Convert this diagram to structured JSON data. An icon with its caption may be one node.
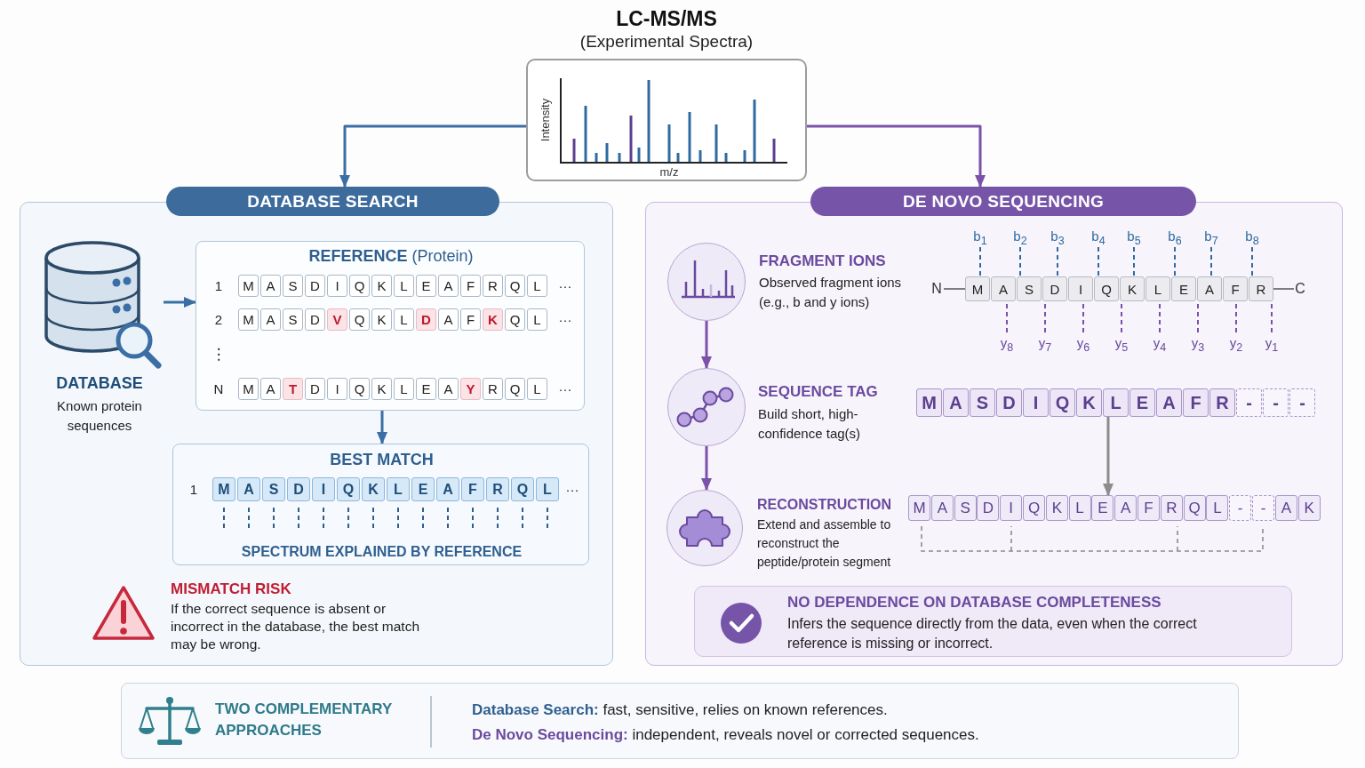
{
  "diagram": {
    "nodes": [
      {
        "text": [
          "LC-MS/MS",
          "(Experimental Spectra)",
          "Intensity",
          "m/z"
        ]
      },
      {
        "text": [
          "DATABASE SEARCH"
        ]
      },
      {
        "text": [
          "DATABASE",
          "Known protein sequences"
        ],
        "in": 1
      },
      {
        "text": [
          "**REFERENCE** (Protein)",
          "1",
          "···",
          "2",
          "···",
          "⋮",
          "N",
          "···"
        ],
        "in": 1
      },
      {
        "text": [
          "M"
        ],
        "in": 3
      },
      {
        "text": [
          "A"
        ],
        "in": 3
      },
      {
        "text": [
          "S"
        ],
        "in": 3
      },
      {
        "text": [
          "D"
        ],
        "in": 3
      },
      {
        "text": [
          "I"
        ],
        "in": 3
      },
      {
        "text": [
          "Q"
        ],
        "in": 3
      },
      {
        "text": [
          "K"
        ],
        "in": 3
      },
      {
        "text": [
          "L"
        ],
        "in": 3
      },
      {
        "text": [
          "E"
        ],
        "in": 3
      },
      {
        "text": [
          "A"
        ],
        "in": 3
      },
      {
        "text": [
          "F"
        ],
        "in": 3
      },
      {
        "text": [
          "R"
        ],
        "in": 3
      },
      {
        "text": [
          "Q"
        ],
        "in": 3
      },
      {
        "text": [
          "L"
        ],
        "in": 3
      },
      {
        "text": [
          "M"
        ],
        "in": 3
      },
      {
        "text": [
          "A"
        ],
        "in": 3
      },
      {
        "text": [
          "S"
        ],
        "in": 3
      },
      {
        "text": [
          "D"
        ],
        "in": 3
      },
      {
        "text": [
          "V"
        ],
        "in": 3
      },
      {
        "text": [
          "Q"
        ],
        "in": 3
      },
      {
        "text": [
          "K"
        ],
        "in": 3
      },
      {
        "text": [
          "L"
        ],
        "in": 3
      },
      {
        "text": [
          "D"
        ],
        "in": 3
      },
      {
        "text": [
          "A"
        ],
        "in": 3
      },
      {
        "text": [
          "F"
        ],
        "in": 3
      },
      {
        "text": [
          "K"
        ],
        "in": 3
      },
      {
        "text": [
          "Q"
        ],
        "in": 3
      },
      {
        "text": [
          "L"
        ],
        "in": 3
      },
      {
        "text": [
          "M"
        ],
        "in": 3
      },
      {
        "text": [
          "A"
        ],
        "in": 3
      },
      {
        "text": [
          "T"
        ],
        "in": 3
      },
      {
        "text": [
          "D"
        ],
        "in": 3
      },
      {
        "text": [
          "I"
        ],
        "in": 3
      },
      {
        "text": [
          "Q"
        ],
        "in": 3
      },
      {
        "text": [
          "K"
        ],
        "in": 3
      },
      {
        "text": [
          "L"
        ],
        "in": 3
      },
      {
        "text": [
          "E"
        ],
        "in": 3
      },
      {
        "text": [
          "A"
        ],
        "in": 3
      },
      {
        "text": [
          "Y"
        ],
        "in": 3
      },
      {
        "text": [
          "R"
        ],
        "in": 3
      },
      {
        "text": [
          "Q"
        ],
        "in": 3
      },
      {
        "text": [
          "L"
        ],
        "in": 3
      },
      {
        "text": [
          "BEST MATCH",
          "1",
          "···",
          "SPECTRUM EXPLAINED BY REFERENCE"
        ],
        "in": 1
      },
      {
        "text": [
          "M"
        ],
        "in": 46
      },
      {
        "text": [
          "A"
        ],
        "in": 46
      },
      {
        "text": [
          "S"
        ],
        "in": 46
      },
      {
        "text": [
          "D"
        ],
        "in": 46
      },
      {
        "text": [
          "I"
        ],
        "in": 46
      },
      {
        "text": [
          "Q"
        ],
        "in": 46
      },
      {
        "text": [
          "K"
        ],
        "in": 46
      },
      {
        "text": [
          "L"
        ],
        "in": 46
      },
      {
        "text": [
          "E"
        ],
        "in": 46
      },
      {
        "text": [
          "A"
        ],
        "in": 46
      },
      {
        "text": [
          "F"
        ],
        "in": 46
      },
      {
        "text": [
          "R"
        ],
        "in": 46
      },
      {
        "text": [
          "Q"
        ],
        "in": 46
      },
      {
        "text": [
          "L"
        ],
        "in": 46
      },
      {
        "text": [
          "DE NOVO SEQUENCING"
        ]
      },
      {
        "text": [],
        "shape": "circle",
        "beside": [
          "FRAGMENT IONS",
          "Observed fragment ions (e.g., b and y ions)"
        ],
        "in": 61
      },
      {
        "text": [
          "b$_{1}$"
        ],
        "in": 61
      },
      {
        "text": [
          "b$_{2}$"
        ],
        "in": 61
      },
      {
        "text": [
          "b$_{3}$"
        ],
        "in": 61
      },
      {
        "text": [
          "b$_{4}$"
        ],
        "in": 61
      },
      {
        "text": [
          "b$_{5}$"
        ],
        "in": 61
      },
      {
        "text": [
          "b$_{6}$"
        ],
        "in": 61
      },
      {
        "text": [
          "b$_{7}$"
        ],
        "in": 61
      },
      {
        "text": [
          "b$_{8}$"
        ],
        "in": 61
      },
      {
        "text": [
          "N"
        ],
        "in": 61
      },
      {
        "text": [
          "M"
        ],
        "in": 61
      },
      {
        "text": [
          "A"
        ],
        "in": 61
      },
      {
        "text": [
          "S"
        ],
        "in": 61
      },
      {
        "text": [
          "D"
        ],
        "in": 61
      },
      {
        "text": [
          "I"
        ],
        "in": 61
      },
      {
        "text": [
          "Q"
        ],
        "in": 61
      },
      {
        "text": [
          "K"
        ],
        "in": 61
      },
      {
        "text": [
          "L"
        ],
        "in": 61
      },
      {
        "text": [
          "E"
        ],
        "in": 61
      },
      {
        "text": [
          "A"
        ],
        "in": 61
      },
      {
        "text": [
          "F"
        ],
        "in": 61
      },
      {
        "text": [
          "R"
        ],
        "in": 61
      },
      {
        "text": [
          "C"
        ],
        "in": 61
      },
      {
        "text": [
          "y$_{8}$"
        ],
        "in": 61
      },
      {
        "text": [
          "y$_{7}$"
        ],
        "in": 61
      },
      {
        "text": [
          "y$_{6}$"
        ],
        "in": 61
      },
      {
        "text": [
          "y$_{5}$"
        ],
        "in": 61
      },
      {
        "text": [
          "y$_{4}$"
        ],
        "in": 61
      },
      {
        "text": [
          "y$_{3}$"
        ],
        "in": 61
      },
      {
        "text": [
          "y$_{2}$"
        ],
        "in": 61
      },
      {
        "text": [
          "y$_{1}$"
        ],
        "in": 61
      },
      {
        "text": [],
        "shape": "circle",
        "beside": [
          "SEQUENCE TAG",
          "Build short, high-confidence tag(s)"
        ],
        "in": 61
      },
      {
        "text": [
          "M"
        ],
        "in": 61
      },
      {
        "text": [
          "A"
        ],
        "in": 61
      },
      {
        "text": [
          "S"
        ],
        "in": 61
      },
      {
        "text": [
          "D"
        ],
        "in": 61
      },
      {
        "text": [
          "I"
        ],
        "in": 61
      },
      {
        "text": [
          "Q"
        ],
        "in": 61
      },
      {
        "text": [
          "K"
        ],
        "in": 61
      },
      {
        "text": [
          "L"
        ],
        "in": 61
      },
      {
        "text": [
          "E"
        ],
        "in": 61
      },
      {
        "text": [
          "A"
        ],
        "in": 61
      },
      {
        "text": [
          "F"
        ],
        "in": 61
      },
      {
        "text": [
          "R"
        ],
        "in": 61
      },
      {
        "text": [
          "-"
        ],
        "in": 61
      },
      {
        "text": [
          "-"
        ],
        "in": 61
      },
      {
        "text": [
          "-"
        ],
        "in": 61
      },
      {
        "text": [],
        "shape": "circle",
        "beside": [
          "RECONSTRUCTION",
          "Extend and assemble to reconstruct the peptide/protein segment"
        ],
        "in": 61
      },
      {
        "text": [
          "M"
        ],
        "in": 61
      },
      {
        "text": [
          "A"
        ],
        "in": 61
      },
      {
        "text": [
          "S"
        ],
        "in": 61
      },
      {
        "text": [
          "D"
        ],
        "in": 61
      },
      {
        "text": [
          "I"
        ],
        "in": 61
      },
      {
        "text": [
          "Q"
        ],
        "in": 61
      },
      {
        "text": [
          "K"
        ],
        "in": 61
      },
      {
        "text": [
          "L"
        ],
        "in": 61
      },
      {
        "text": [
          "E"
        ],
        "in": 61
      },
      {
        "text": [
          "A"
        ],
        "in": 61
      },
      {
        "text": [
          "F"
        ],
        "in": 61
      },
      {
        "text": [
          "R"
        ],
        "in": 61
      },
      {
        "text": [
          "Q"
        ],
        "in": 61
      },
      {
        "text": [
          "L"
        ],
        "in": 61
      },
      {
        "text": [
          "-"
        ],
        "in": 61
      },
      {
        "text": [
          "-"
        ],
        "in": 61
      },
      {
        "text": [
          "A"
        ],
        "in": 61
      },
      {
        "text": [
          "K"
        ],
        "in": 61
      },
      {
        "text": [
          "NO DEPENDENCE ON DATABASE COMPLETENESS",
          "Infers the sequence directly from the data, even when the correct reference is missing or incorrect."
        ],
        "in": 61
      },
      {
        "text": [
          "TWO COMPLEMENTARY APPROACHES",
          "**Database Search:** fast, sensitive, relies on known references.",
          "**De Novo Sequencing:** independent, reveals novel or corrected sequences."
        ]
      }
    ],
    "edges": [
      {
        "from": 0,
        "to": 1,
        "arrow": "to",
        "color": "#3b6ea5"
      },
      {
        "from": 0,
        "to": 61,
        "arrow": "to",
        "color": "#7b52a8"
      },
      {
        "from": 2,
        "to": 3,
        "arrow": "to",
        "color": "#3b6ea5"
      },
      {
        "from": 3,
        "to": 46,
        "arrow": "to",
        "color": "#3b6ea5"
      },
      {
        "from": 62,
        "to": 93,
        "arrow": "to",
        "color": "#7b52a8"
      },
      {
        "from": 93,
        "to": 109,
        "arrow": "to",
        "color": "#7b52a8"
      },
      {
        "from": 71,
        "to": 72,
        "arrow": "none",
        "color": "#555555"
      },
      {
        "from": 83,
        "to": 84,
        "arrow": "none",
        "color": "#555555"
      },
      {
        "from": 101,
        "to": 118,
        "arrow": "to",
        "color": "#8c8c8c"
      },
      {
        "from": 63,
        "to": 72,
        "arrow": "none",
        "style": "dashed",
        "color": "#2f6aa0"
      },
      {
        "from": 64,
        "to": 74,
        "arrow": "none",
        "style": "dashed",
        "color": "#2f6aa0"
      },
      {
        "from": 65,
        "to": 75,
        "arrow": "none",
        "style": "dashed",
        "color": "#2f6aa0"
      },
      {
        "from": 66,
        "to": 77,
        "arrow": "none",
        "style": "dashed",
        "color": "#2f6aa0"
      },
      {
        "from": 67,
        "to": 78,
        "arrow": "none",
        "style": "dashed",
        "color": "#2f6aa0"
      },
      {
        "from": 68,
        "to": 80,
        "arrow": "none",
        "style": "dashed",
        "color": "#2f6aa0"
      },
      {
        "from": 69,
        "to": 81,
        "arrow": "none",
        "style": "dashed",
        "color": "#2f6aa0"
      },
      {
        "from": 70,
        "to": 83,
        "arrow": "none",
        "style": "dashed",
        "color": "#2f6aa0"
      },
      {
        "from": 85,
        "to": 73,
        "arrow": "none",
        "style": "dashed",
        "color": "#7b52a8"
      },
      {
        "from": 86,
        "to": 75,
        "arrow": "none",
        "style": "dashed",
        "color": "#7b52a8"
      },
      {
        "from": 87,
        "to": 76,
        "arrow": "none",
        "style": "dashed",
        "color": "#7b52a8"
      },
      {
        "from": 88,
        "to": 78,
        "arrow": "none",
        "style": "dashed",
        "color": "#7b52a8"
      },
      {
        "from": 89,
        "to": 79,
        "arrow": "none",
        "style": "dashed",
        "color": "#7b52a8"
      },
      {
        "from": 90,
        "to": 81,
        "arrow": "none",
        "style": "dashed",
        "color": "#7b52a8"
      },
      {
        "from": 91,
        "to": 82,
        "arrow": "none",
        "style": "dashed",
        "color": "#7b52a8"
      },
      {
        "from": 92,
        "to": 83,
        "arrow": "none",
        "style": "dashed",
        "color": "#7b52a8"
      }
    ],
    "labels": [
      "MISMATCH RISK",
      "If the correct sequence is absent or incorrect in the database, the best match may be wrong."
    ]
  }
}
